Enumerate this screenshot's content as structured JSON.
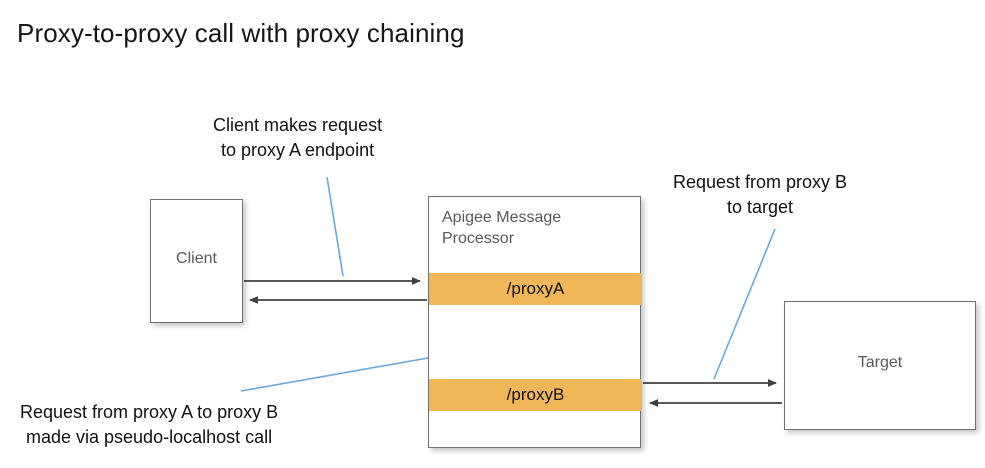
{
  "page": {
    "title": "Proxy-to-proxy call with proxy chaining",
    "background_color": "#ffffff"
  },
  "colors": {
    "proxy_band": "#efb758",
    "box_border": "#707070",
    "box_fill": "#ffffff",
    "arrow": "#404040",
    "leader_line": "#6aa9dd",
    "node_text": "#595959",
    "annotation_text": "#111111"
  },
  "nodes": {
    "client": {
      "label": "Client"
    },
    "message_processor": {
      "title_line1": "Apigee Message",
      "title_line2": "Processor",
      "bands": [
        {
          "label": "/proxyA"
        },
        {
          "label": "/proxyB"
        }
      ]
    },
    "target": {
      "label": "Target"
    }
  },
  "annotations": [
    {
      "id": "client-request",
      "line1": "Client makes request",
      "line2": "to proxy A endpoint"
    },
    {
      "id": "proxyb-to-target",
      "line1": "Request from proxy B",
      "line2": "to target"
    },
    {
      "id": "proxy-chaining",
      "line1": "Request from proxy A to proxy B",
      "line2": "made via pseudo-localhost call"
    }
  ],
  "connectors": [
    {
      "id": "client-to-proxya",
      "direction": "right",
      "from": "client",
      "to": "proxyA"
    },
    {
      "id": "proxya-to-client",
      "direction": "left",
      "from": "proxyA",
      "to": "client"
    },
    {
      "id": "proxya-to-proxyb",
      "direction": "down",
      "from": "proxyA",
      "to": "proxyB"
    },
    {
      "id": "proxyb-to-proxya",
      "direction": "up",
      "from": "proxyB",
      "to": "proxyA"
    },
    {
      "id": "proxyb-to-target",
      "direction": "right",
      "from": "proxyB",
      "to": "target"
    },
    {
      "id": "target-to-proxyb",
      "direction": "left",
      "from": "target",
      "to": "proxyB"
    }
  ]
}
